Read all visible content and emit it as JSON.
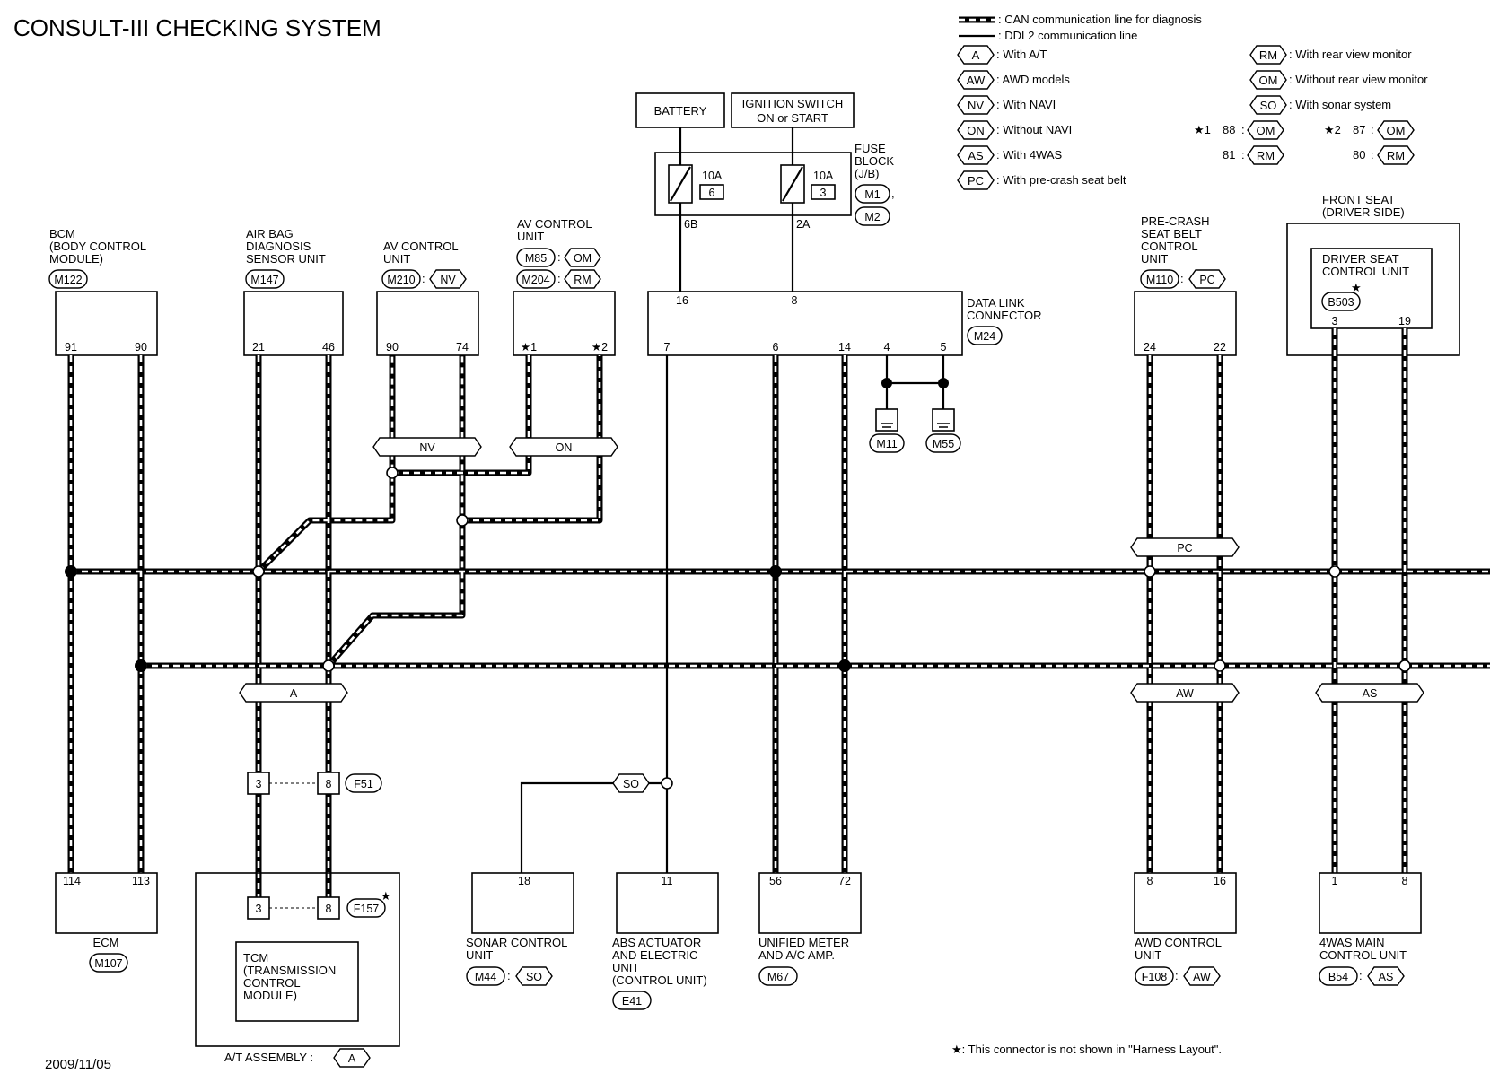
{
  "title": "CONSULT-III CHECKING SYSTEM",
  "date": "2009/11/05",
  "footnote": "★: This connector is not shown in \"Harness Layout\".",
  "legend": {
    "can_line": ": CAN communication line for diagnosis",
    "ddl2_line": ": DDL2 communication line",
    "options": [
      {
        "code": "A",
        "text": ": With A/T"
      },
      {
        "code": "AW",
        "text": ": AWD models"
      },
      {
        "code": "NV",
        "text": ": With NAVI"
      },
      {
        "code": "ON",
        "text": ": Without NAVI"
      },
      {
        "code": "AS",
        "text": ": With 4WAS"
      },
      {
        "code": "PC",
        "text": ": With pre-crash seat belt"
      },
      {
        "code": "RM",
        "text": ": With rear view monitor"
      },
      {
        "code": "OM",
        "text": ": Without rear view monitor"
      },
      {
        "code": "SO",
        "text": ": With sonar system"
      }
    ],
    "star_notes": [
      {
        "star": "★1",
        "a_pin": "88",
        "a_code": "OM",
        "b_pin": "81",
        "b_code": "RM"
      },
      {
        "star": "★2",
        "a_pin": "87",
        "a_code": "OM",
        "b_pin": "80",
        "b_code": "RM"
      }
    ]
  },
  "power": {
    "battery": "BATTERY",
    "ignition_line1": "IGNITION SWITCH",
    "ignition_line2": "ON or START",
    "fuse_block": [
      "FUSE",
      "BLOCK",
      "(J/B)"
    ],
    "fuse_connectors": [
      "M1",
      "M2"
    ],
    "fuses": [
      {
        "amps": "10A",
        "number": "6",
        "terminal": "6B"
      },
      {
        "amps": "10A",
        "number": "3",
        "terminal": "2A"
      }
    ]
  },
  "data_link": {
    "name_lines": [
      "DATA LINK",
      "CONNECTOR"
    ],
    "connector": "M24",
    "pins_top": [
      "16",
      "8"
    ],
    "pins_bottom": [
      "7",
      "6",
      "14",
      "4",
      "5"
    ],
    "grounds": [
      "M11",
      "M55"
    ]
  },
  "top_units": {
    "bcm": {
      "lines": [
        "BCM",
        "(BODY CONTROL",
        "MODULE)"
      ],
      "connector": "M122",
      "pins": [
        "91",
        "90"
      ]
    },
    "airbag": {
      "lines": [
        "AIR BAG",
        "DIAGNOSIS",
        "SENSOR UNIT"
      ],
      "connector": "M147",
      "pins": [
        "21",
        "46"
      ]
    },
    "av_control": {
      "lines": [
        "AV CONTROL",
        "UNIT"
      ],
      "connector": "M210",
      "code": "NV",
      "pins": [
        "90",
        "74"
      ]
    },
    "av_control2": {
      "lines": [
        "AV CONTROL",
        "UNIT"
      ],
      "connectors": [
        {
          "c": "M85",
          "code": "OM"
        },
        {
          "c": "M204",
          "code": "RM"
        }
      ],
      "pins": [
        "★1",
        "★2"
      ]
    },
    "precrash": {
      "lines": [
        "PRE-CRASH",
        "SEAT BELT",
        "CONTROL",
        "UNIT"
      ],
      "connector": "M110",
      "code": "PC",
      "pins": [
        "24",
        "22"
      ]
    },
    "front_seat": {
      "lines": [
        "FRONT SEAT",
        "(DRIVER SIDE)"
      ],
      "inner_lines": [
        "DRIVER SEAT",
        "CONTROL UNIT"
      ],
      "star": "★",
      "connector": "B503",
      "pins": [
        "3",
        "19"
      ]
    }
  },
  "bottom_units": {
    "ecm": {
      "name": "ECM",
      "connector": "M107",
      "pins": [
        "114",
        "113"
      ]
    },
    "at_assembly": {
      "name": "A/T ASSEMBLY :",
      "code": "A",
      "tcm_lines": [
        "TCM",
        "(TRANSMISSION",
        "CONTROL",
        "MODULE)"
      ],
      "connector": "F157",
      "star": "★",
      "pins": [
        "3",
        "8"
      ]
    },
    "sonar": {
      "lines": [
        "SONAR CONTROL",
        "UNIT"
      ],
      "connector": "M44",
      "code": "SO",
      "pins": [
        "18"
      ]
    },
    "abs": {
      "lines": [
        "ABS ACTUATOR",
        "AND ELECTRIC",
        "UNIT",
        "(CONTROL UNIT)"
      ],
      "connector": "E41",
      "pins": [
        "11"
      ]
    },
    "meter": {
      "lines": [
        "UNIFIED METER",
        "AND A/C AMP."
      ],
      "connector": "M67",
      "pins": [
        "56",
        "72"
      ]
    },
    "awd": {
      "lines": [
        "AWD CONTROL",
        "UNIT"
      ],
      "connector": "F108",
      "code": "AW",
      "pins": [
        "8",
        "16"
      ]
    },
    "fourwas": {
      "lines": [
        "4WAS MAIN",
        "CONTROL UNIT"
      ],
      "connector": "B54",
      "code": "AS",
      "pins": [
        "1",
        "8"
      ]
    }
  },
  "joint_connector": {
    "name": "F51",
    "pins": [
      "3",
      "8"
    ]
  },
  "branch_tags": {
    "nv": "NV",
    "on": "ON",
    "a": "A",
    "pc": "PC",
    "aw": "AW",
    "as": "AS",
    "so": "SO"
  }
}
